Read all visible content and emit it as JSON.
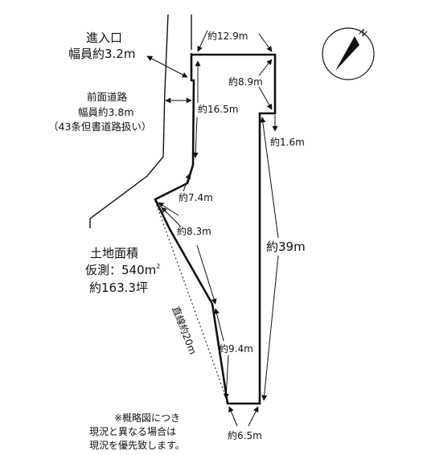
{
  "entrance": {
    "title": "進入口",
    "width": "幅員約3.2m"
  },
  "front_road": {
    "title": "前面道路",
    "width": "幅員約3.8m",
    "note": "（43条但書道路扱い）"
  },
  "area": {
    "title": "土地面積",
    "measured_prefix": "仮測：540m",
    "measured_sup": "2",
    "tsubo": "約163.3坪"
  },
  "dimensions": {
    "top": "約12.9m",
    "right_upper": "約8.9m",
    "left_upper": "約16.5m",
    "step": "約1.6m",
    "left_mid": "約7.4m",
    "diag": "約8.3m",
    "right_long": "約39m",
    "straight": "直線約20m",
    "left_lower": "約9.4m",
    "bottom": "約6.5m"
  },
  "compass": {
    "label": "N"
  },
  "footnote": {
    "line1": "※概略図につき",
    "line2": "現況と異なる場合は",
    "line3": "現況を優先致します。"
  },
  "colors": {
    "line": "#111111",
    "background": "#ffffff"
  }
}
